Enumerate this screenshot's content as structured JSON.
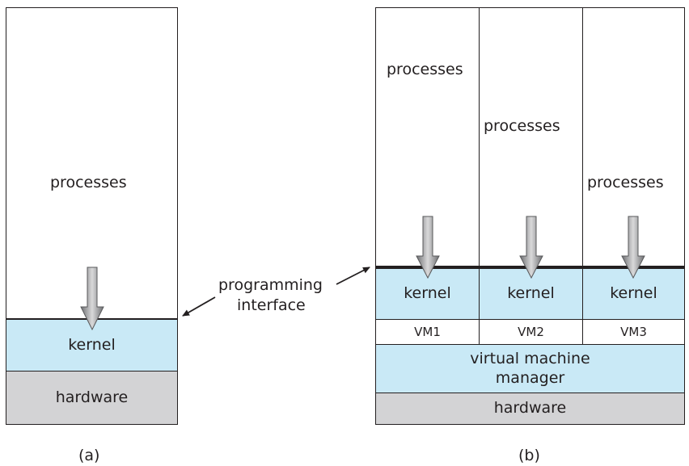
{
  "diagram_a": {
    "processes": "processes",
    "kernel": "kernel",
    "hardware": "hardware",
    "caption": "(a)"
  },
  "interface_label": {
    "line1": "programming",
    "line2": "interface"
  },
  "diagram_b": {
    "columns": [
      {
        "processes": "processes",
        "kernel": "kernel",
        "vm": "VM1"
      },
      {
        "processes": "processes",
        "kernel": "kernel",
        "vm": "VM2"
      },
      {
        "processes": "processes",
        "kernel": "kernel",
        "vm": "VM3"
      }
    ],
    "vmm_line1": "virtual machine",
    "vmm_line2": "manager",
    "hardware": "hardware",
    "caption": "(b)"
  },
  "colors": {
    "kernel": "#c9e9f6",
    "hardware": "#d3d3d5",
    "outline": "#231f20"
  }
}
